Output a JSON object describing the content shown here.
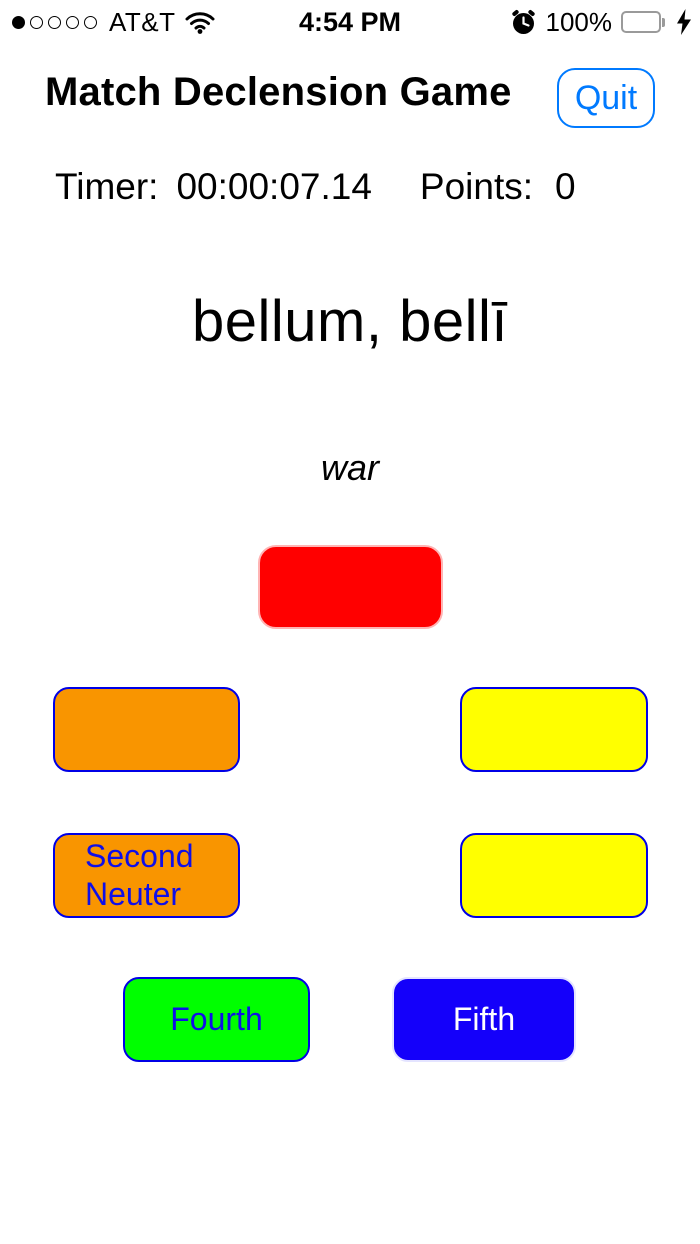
{
  "status_bar": {
    "carrier": "AT&T",
    "time": "4:54 PM",
    "battery_percent": "100%",
    "signal_dots_filled": 1,
    "signal_dots_total": 5
  },
  "header": {
    "title": "Match Declension Game",
    "quit_label": "Quit"
  },
  "scoreboard": {
    "timer_label": "Timer:",
    "timer_value": "00:00:07.14",
    "points_label": "Points:",
    "points_value": "0"
  },
  "prompt": {
    "latin": "bellum, bellī",
    "gloss": "war"
  },
  "buttons": {
    "red": {
      "label": ""
    },
    "orange_top": {
      "label": ""
    },
    "yellow_top": {
      "label": ""
    },
    "second_neuter": {
      "label": "Second Neuter"
    },
    "yellow_bottom": {
      "label": ""
    },
    "fourth": {
      "label": "Fourth"
    },
    "fifth": {
      "label": "Fifth"
    }
  },
  "colors": {
    "ios_blue": "#007AFF",
    "red": "#FF0000",
    "orange": "#F99500",
    "yellow": "#FFFF00",
    "green": "#00FF00",
    "blue_fill": "#1400FA",
    "border_blue": "#0000E6",
    "text_blue": "#0F0FE8",
    "battery_green": "#57D867"
  }
}
